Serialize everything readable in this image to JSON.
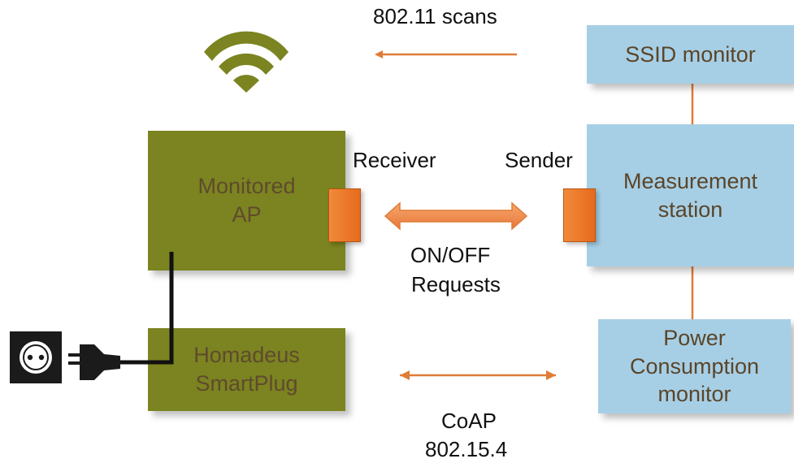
{
  "labels": {
    "scans": "802.11 scans",
    "receiver": "Receiver",
    "sender": "Sender",
    "on_off": "ON/OFF",
    "requests": "Requests",
    "coap": "CoAP",
    "ieee802154": "802.15.4"
  },
  "boxes": {
    "monitored_ap": {
      "line1": "Monitored",
      "line2": "AP"
    },
    "smartplug": {
      "line1": "Homadeus",
      "line2": "SmartPlug"
    },
    "ssid_monitor": {
      "line1": "SSID monitor"
    },
    "measurement_station": {
      "line1": "Measurement",
      "line2": "station"
    },
    "power_monitor": {
      "line1": "Power",
      "line2": "Consumption",
      "line3": "monitor"
    }
  },
  "icons": {
    "wifi": "wifi-icon",
    "socket": "power-socket-icon",
    "plug": "power-plug-icon"
  },
  "colors": {
    "green_box": "#7b8420",
    "blue_box": "#a6cfe6",
    "arrow": "#e07b36",
    "port": "#ee7a2c"
  }
}
